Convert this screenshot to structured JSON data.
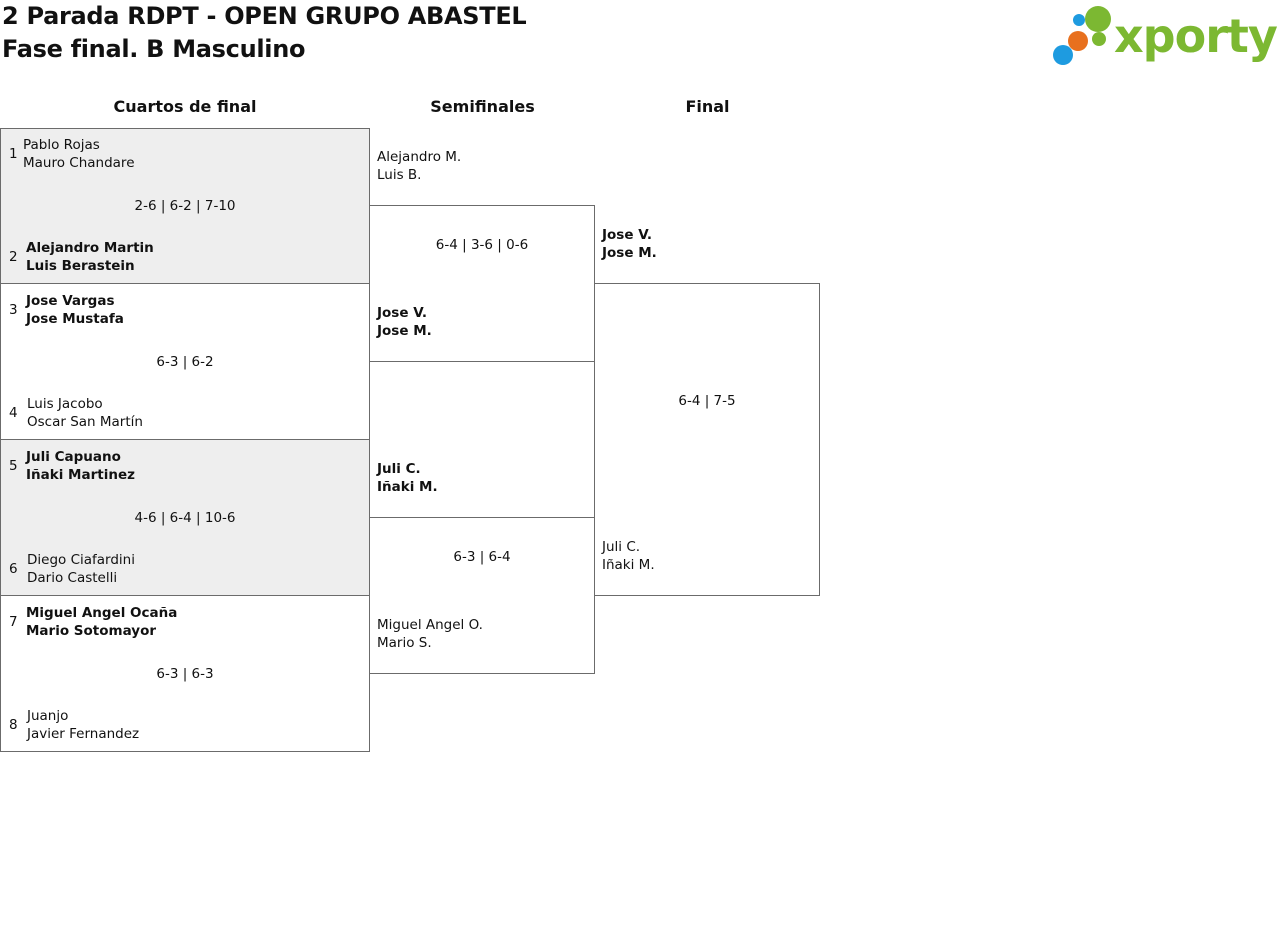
{
  "header": {
    "title": "2 Parada RDPT - OPEN GRUPO ABASTEL",
    "subtitle": "Fase final. B Masculino"
  },
  "logo": {
    "text": "xporty",
    "colors": {
      "green": "#7cb832",
      "orange": "#e8701e",
      "blue": "#1e9be0"
    }
  },
  "rounds": {
    "quarterfinals": "Cuartos de final",
    "semifinals": "Semifinales",
    "final": "Final"
  },
  "quarterfinals": [
    {
      "top": {
        "seed": "1",
        "p1": "Pablo Rojas",
        "p2": "Mauro Chandare",
        "winner": false
      },
      "score": "2-6 | 6-2 | 7-10",
      "bottom": {
        "seed": "2",
        "p1": "Alejandro Martin",
        "p2": "Luis Berastein",
        "winner": true
      }
    },
    {
      "top": {
        "seed": "3",
        "p1": "Jose Vargas",
        "p2": "Jose Mustafa",
        "winner": true
      },
      "score": "6-3 | 6-2",
      "bottom": {
        "seed": "4",
        "p1": "Luis Jacobo",
        "p2": "Oscar San Martín",
        "winner": false
      }
    },
    {
      "top": {
        "seed": "5",
        "p1": "Juli Capuano",
        "p2": "Iñaki Martinez",
        "winner": true
      },
      "score": "4-6 | 6-4 | 10-6",
      "bottom": {
        "seed": "6",
        "p1": "Diego Ciafardini",
        "p2": "Dario Castelli",
        "winner": false
      }
    },
    {
      "top": {
        "seed": "7",
        "p1": "Miguel Angel Ocaña",
        "p2": "Mario Sotomayor",
        "winner": true
      },
      "score": "6-3 | 6-3",
      "bottom": {
        "seed": "8",
        "p1": "Juanjo",
        "p2": "Javier Fernandez",
        "winner": false
      }
    }
  ],
  "semifinals": [
    {
      "top": {
        "p1": "Alejandro M.",
        "p2": "Luis B.",
        "winner": false
      },
      "score": "6-4 | 3-6 | 0-6",
      "bottom": {
        "p1": "Jose V.",
        "p2": "Jose M.",
        "winner": true
      }
    },
    {
      "top": {
        "p1": "Juli C.",
        "p2": "Iñaki M.",
        "winner": true
      },
      "score": "6-3 | 6-4",
      "bottom": {
        "p1": "Miguel Angel O.",
        "p2": "Mario S.",
        "winner": false
      }
    }
  ],
  "final": {
    "top": {
      "p1": "Jose V.",
      "p2": "Jose M.",
      "winner": true
    },
    "score": "6-4 | 7-5",
    "bottom": {
      "p1": "Juli C.",
      "p2": "Iñaki M.",
      "winner": false
    }
  }
}
